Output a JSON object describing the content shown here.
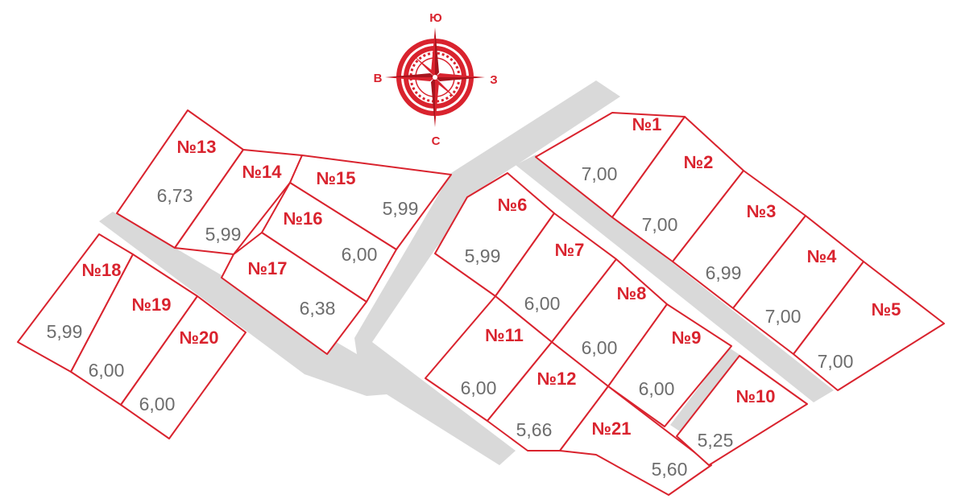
{
  "compass": {
    "top": "Ю",
    "bottom": "С",
    "left": "В",
    "right": "З",
    "color": "#d9232e"
  },
  "colors": {
    "plot_border": "#d9232e",
    "road": "#d9d9d9",
    "area_text": "#6d6d6d"
  },
  "plots": {
    "p1": {
      "label": "№1",
      "area": "7,00"
    },
    "p2": {
      "label": "№2",
      "area": "7,00"
    },
    "p3": {
      "label": "№3",
      "area": "6,99"
    },
    "p4": {
      "label": "№4",
      "area": "7,00"
    },
    "p5": {
      "label": "№5",
      "area": "7,00"
    },
    "p6": {
      "label": "№6",
      "area": "5,99"
    },
    "p7": {
      "label": "№7",
      "area": "6,00"
    },
    "p8": {
      "label": "№8",
      "area": "6,00"
    },
    "p9": {
      "label": "№9",
      "area": "6,00"
    },
    "p10": {
      "label": "№10",
      "area": "5,25"
    },
    "p11": {
      "label": "№11",
      "area": "6,00"
    },
    "p12": {
      "label": "№12",
      "area": "5,66"
    },
    "p13": {
      "label": "№13",
      "area": "6,73"
    },
    "p14": {
      "label": "№14",
      "area": "5,99"
    },
    "p15": {
      "label": "№15",
      "area": "5,99"
    },
    "p16": {
      "label": "№16",
      "area": "6,00"
    },
    "p17": {
      "label": "№17",
      "area": "6,38"
    },
    "p18": {
      "label": "№18",
      "area": "5,99"
    },
    "p19": {
      "label": "№19",
      "area": "6,00"
    },
    "p20": {
      "label": "№20",
      "area": "6,00"
    },
    "p21": {
      "label": "№21",
      "area": "5,60"
    }
  }
}
